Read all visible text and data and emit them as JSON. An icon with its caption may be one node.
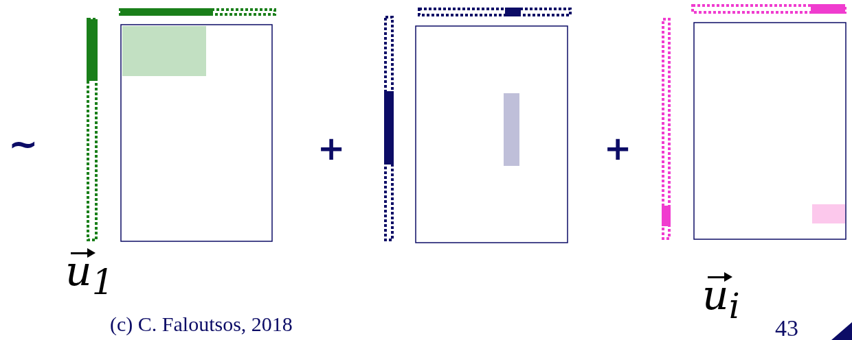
{
  "diagram": {
    "labels": [
      "~",
      "+",
      "+",
      "u$_{1}$",
      "u$_{i}$",
      "(c) C. Faloutsos, 2018",
      "43"
    ]
  }
}
